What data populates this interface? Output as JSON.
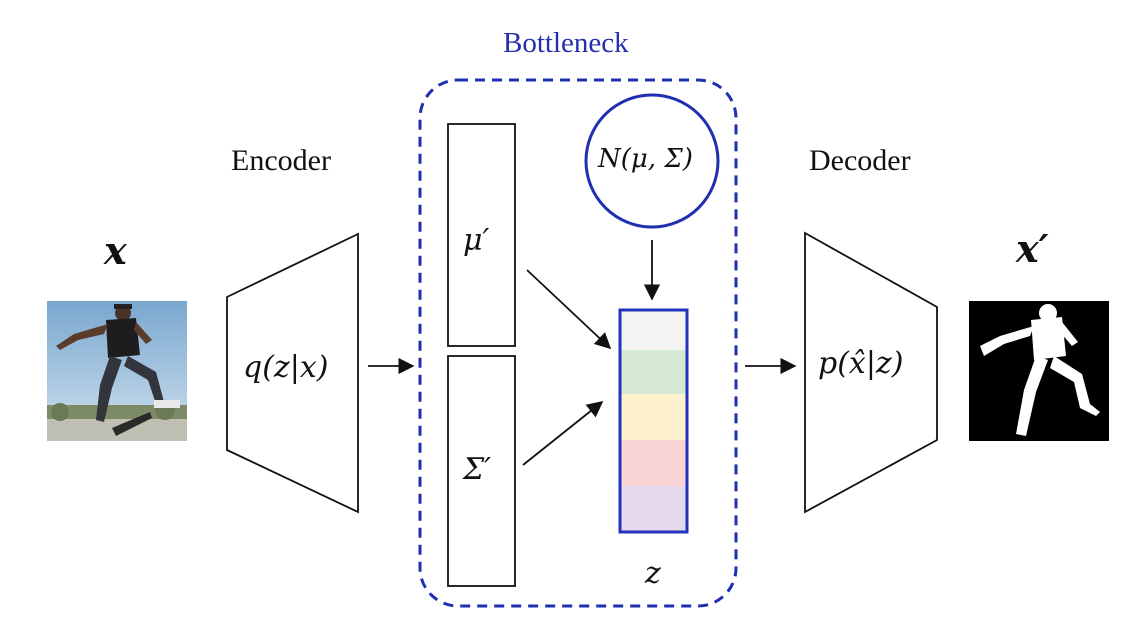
{
  "labels": {
    "bottleneck": "Bottleneck",
    "encoder": "Encoder",
    "decoder": "Decoder",
    "input_var": "x",
    "output_var": "x′",
    "encoder_eq": "q(z|x)",
    "decoder_eq": "p(x̂|z)",
    "mu": "μ′",
    "sigma": "Σ′",
    "prior": "N(μ, Σ)",
    "latent": "z"
  },
  "colors": {
    "bottleneck_border": "#1f2fb0",
    "latent_border": "#2233bb",
    "latent_cells": [
      "#f3f3f3",
      "#d4e8d4",
      "#fdf0cc",
      "#f9d4d4",
      "#e4d8ea"
    ]
  },
  "images": {
    "input": "photo of a skateboarder jumping",
    "output": "white silhouette mask on black"
  }
}
